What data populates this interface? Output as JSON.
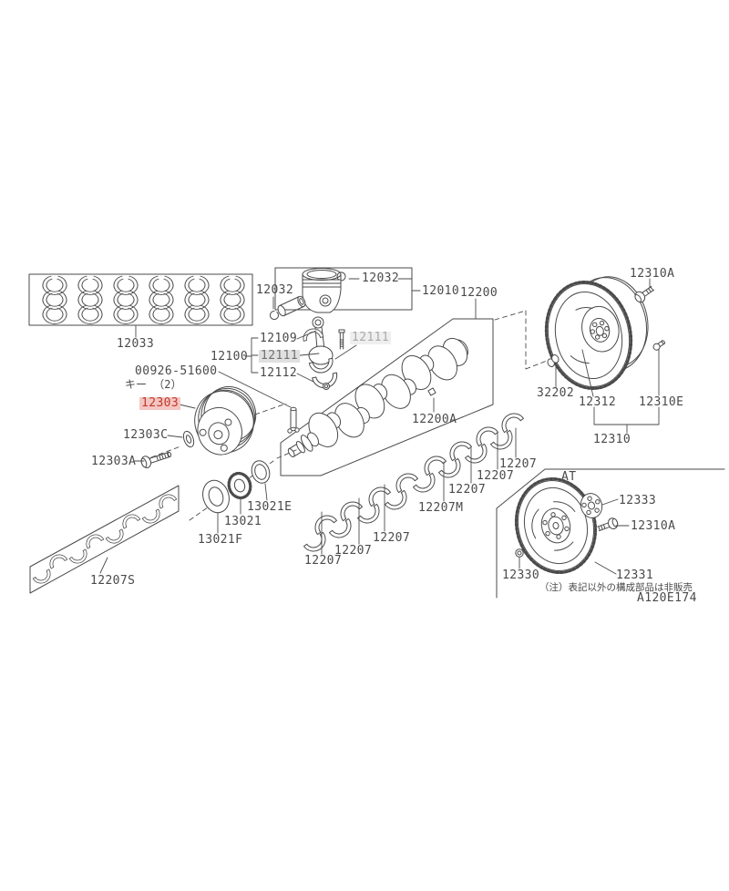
{
  "diagram": {
    "type": "parts-catalog-illustration",
    "background_color": "#ffffff",
    "line_color": "#4a4a4a",
    "highlighted_part": "12303",
    "highlight_text_color": "#c0392b",
    "highlight_bg_color": "#f4c6c3",
    "muted_part": "12111",
    "note": "（注）表記以外の構成部品は非販売",
    "code": "A120E174",
    "at_section_label": "AT",
    "key_note": "キー （2）"
  },
  "labels": {
    "l12033": "12033",
    "l12032_left": "12032",
    "l12032_right": "12032",
    "l12010": "12010",
    "l12200": "12200",
    "l12310a_top": "12310A",
    "l12109": "12109",
    "l12100": "12100",
    "l12111_bracket": "12111",
    "l12112": "12112",
    "l12111_alt": "12111",
    "l00926": "00926-51600",
    "lkey": "キー （2）",
    "l12303": "12303",
    "l12303c": "12303C",
    "l12303a": "12303A",
    "l32202": "32202",
    "l12312": "12312",
    "l12310e": "12310E",
    "l12310": "12310",
    "l12200a": "12200A",
    "l12207_a": "12207",
    "l12207_b": "12207",
    "l12207_c": "12207",
    "l12207m": "12207M",
    "l12207_d": "12207",
    "l12207_e": "12207",
    "l12207_f": "12207",
    "l12207s": "12207S",
    "l13021e": "13021E",
    "l13021": "13021",
    "l13021f": "13021F",
    "lat": "AT",
    "l12333": "12333",
    "l12310a_at": "12310A",
    "l12330": "12330",
    "l12331": "12331",
    "lnote": "（注）表記以外の構成部品は非販売",
    "lcode": "A120E174"
  }
}
